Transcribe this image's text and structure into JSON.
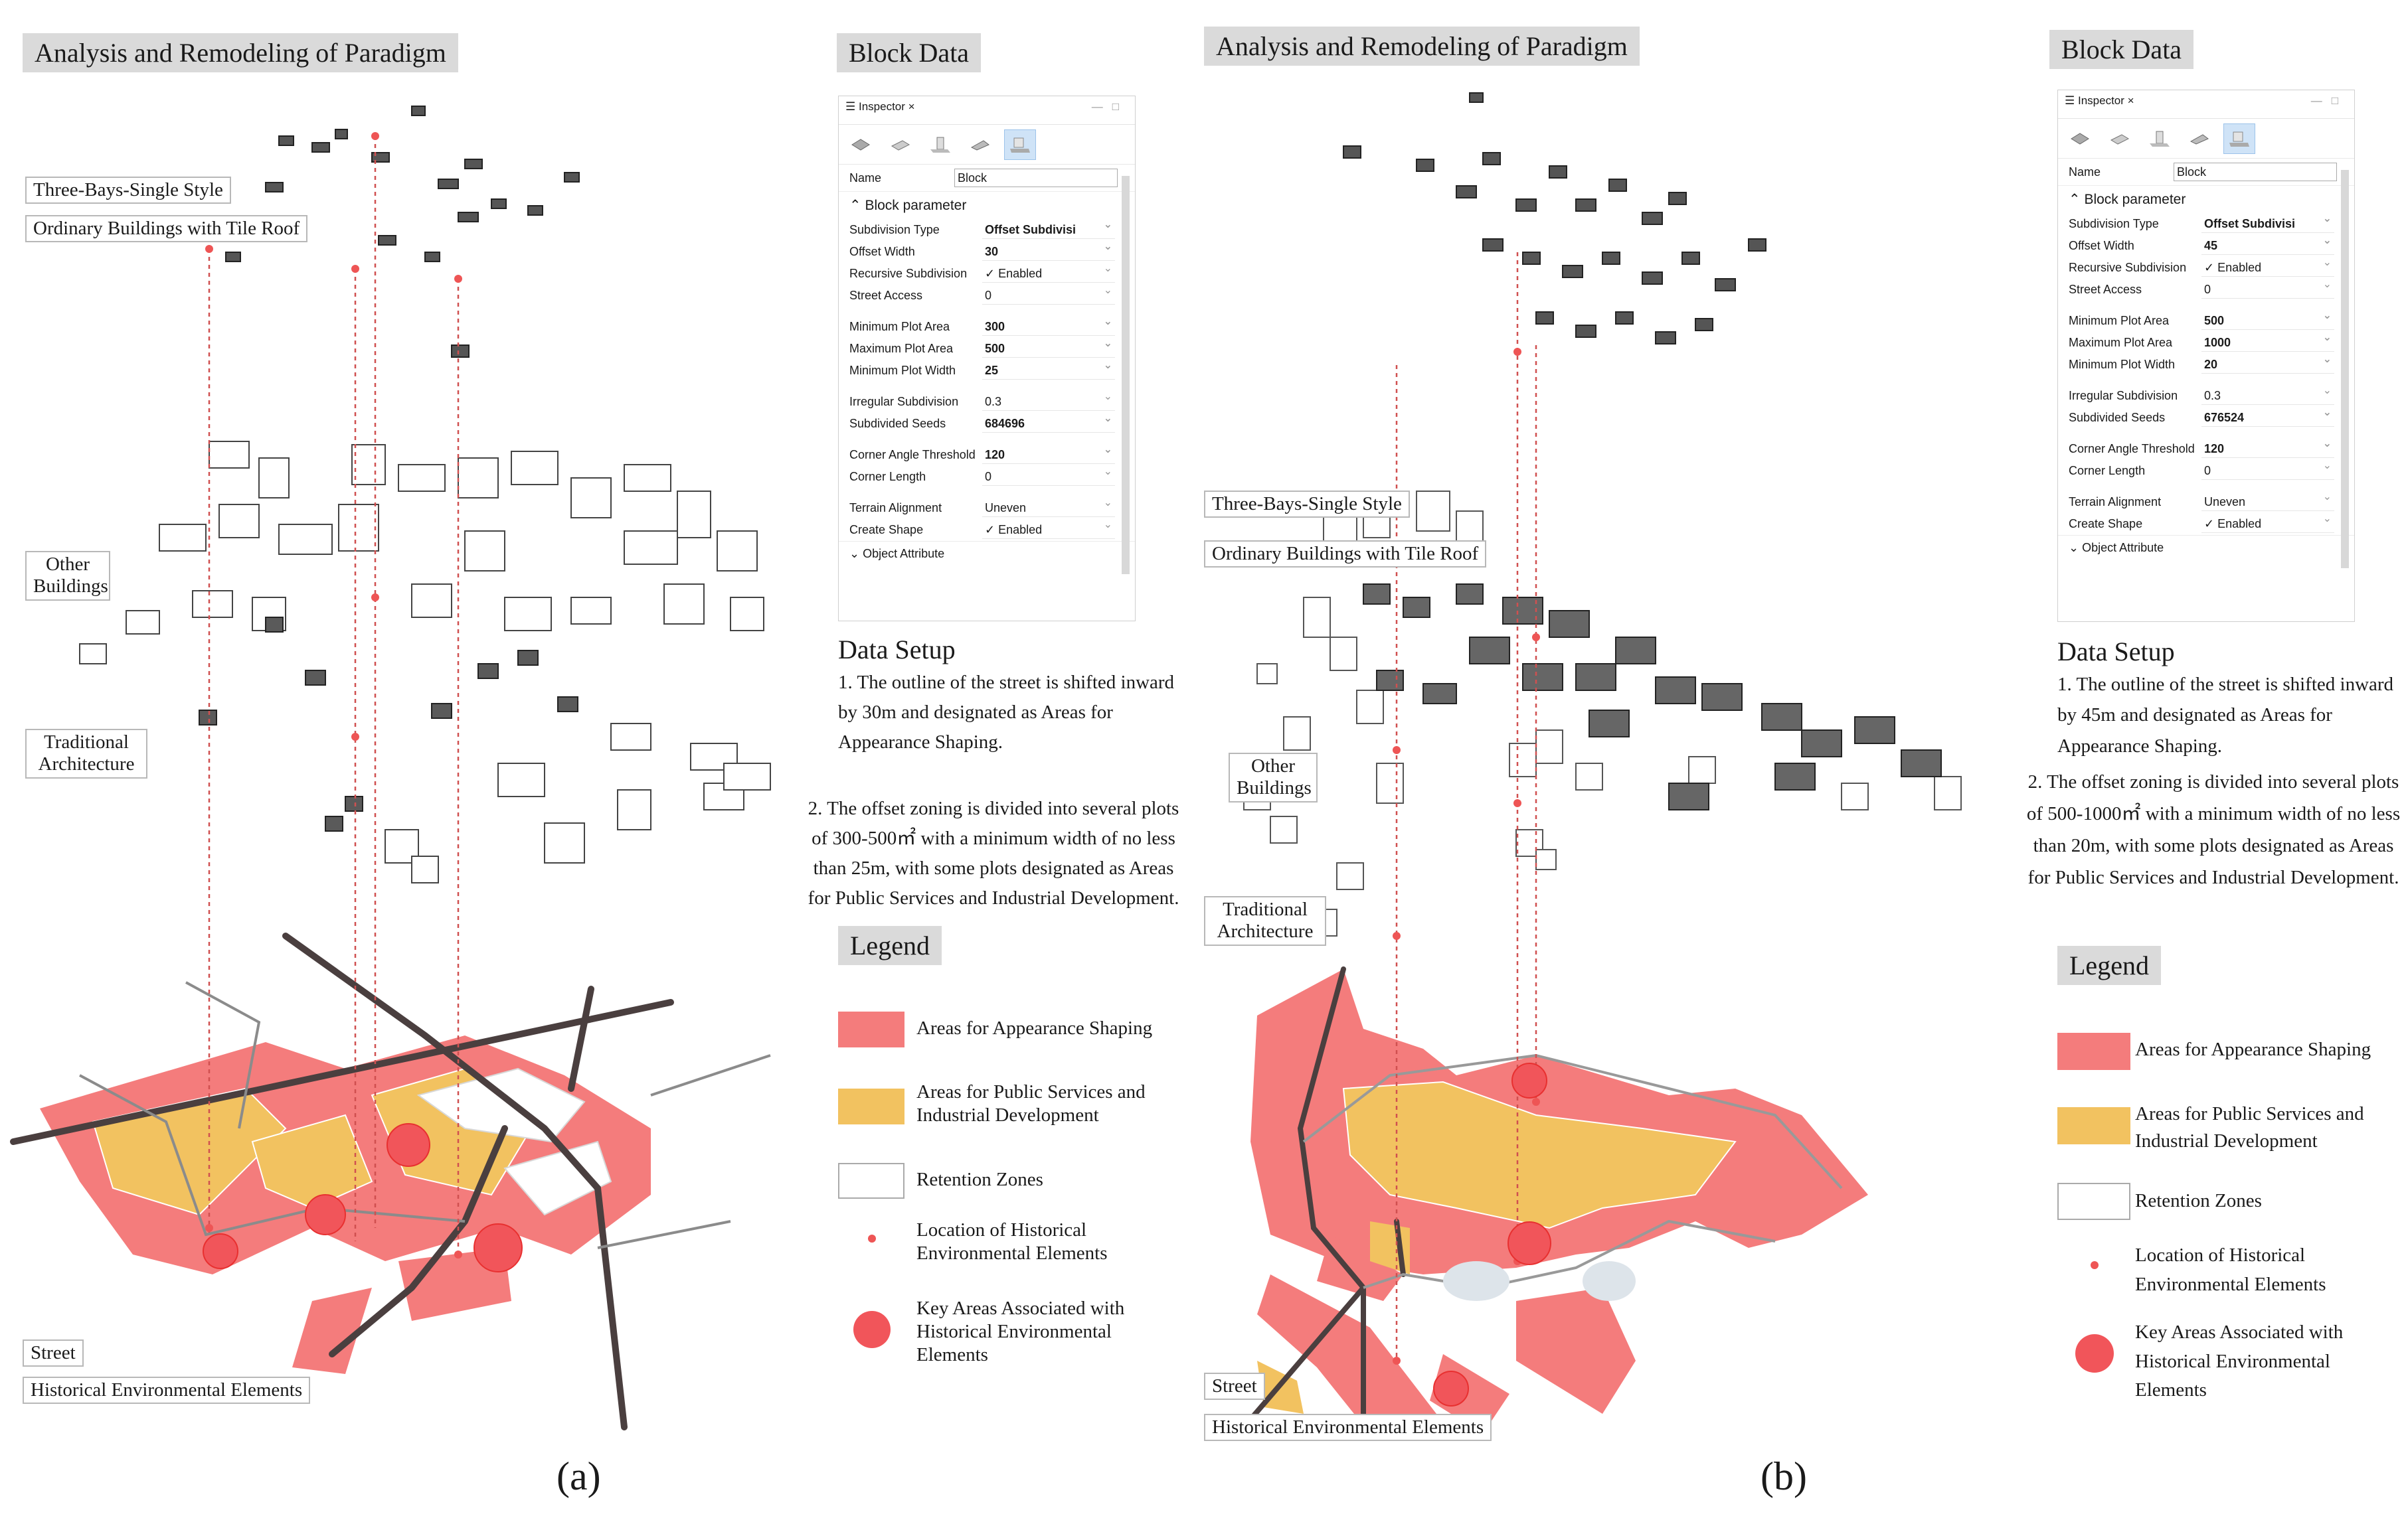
{
  "panels": [
    {
      "id": "a",
      "title": "Analysis and Remodeling of Paradigm",
      "block_data_title": "Block Data",
      "labels": {
        "three_bays": "Three-Bays-Single Style",
        "ordinary": "Ordinary Buildings with Tile Roof",
        "other": "Other Buildings",
        "traditional": "Traditional Architecture",
        "street": "Street",
        "historical": "Historical Environmental Elements"
      },
      "inspector": {
        "tab": "Inspector",
        "name_label": "Name",
        "name_value": "Block",
        "section": "Block parameter",
        "params": [
          {
            "k": "Subdivision Type",
            "v": "Offset Subdivisi"
          },
          {
            "k": "Offset Width",
            "v": "30"
          },
          {
            "k": "Recursive Subdivision",
            "v": "✓ Enabled"
          },
          {
            "k": "Street Access",
            "v": "0"
          },
          {
            "k": "Minimum Plot Area",
            "v": "300"
          },
          {
            "k": "Maximum Plot Area",
            "v": "500"
          },
          {
            "k": "Minimum Plot Width",
            "v": "25"
          },
          {
            "k": "Irregular Subdivision",
            "v": "0.3"
          },
          {
            "k": "Subdivided Seeds",
            "v": "684696"
          },
          {
            "k": "Corner Angle Threshold",
            "v": "120"
          },
          {
            "k": "Corner Length",
            "v": "0"
          },
          {
            "k": "Terrain Alignment",
            "v": "Uneven"
          },
          {
            "k": "Create Shape",
            "v": "✓ Enabled"
          }
        ],
        "object_attr": "Object Attribute"
      },
      "setup_title": "Data Setup",
      "setup_1": "1. The outline of the street is shifted inward by 30m and designated as Areas for Appearance Shaping.",
      "setup_2": "2. The offset zoning is divided into several plots of 300-500㎡ with a minimum width of no less than 25m, with some plots designated as Areas for Public Services and Industrial Development.",
      "legend_title": "Legend",
      "legend": [
        "Areas for Appearance Shaping",
        "Areas for Public Services and Industrial Development",
        "Retention Zones",
        "Location of Historical Environmental Elements",
        "Key Areas Associated with Historical Environmental Elements"
      ],
      "caption": "(a)"
    },
    {
      "id": "b",
      "title": "Analysis and Remodeling of Paradigm",
      "block_data_title": "Block Data",
      "labels": {
        "three_bays": "Three-Bays-Single Style",
        "ordinary": "Ordinary Buildings with Tile Roof",
        "other": "Other Buildings",
        "traditional": "Traditional Architecture",
        "street": "Street",
        "historical": "Historical Environmental Elements"
      },
      "inspector": {
        "tab": "Inspector",
        "name_label": "Name",
        "name_value": "Block",
        "section": "Block parameter",
        "params": [
          {
            "k": "Subdivision Type",
            "v": "Offset Subdivisi"
          },
          {
            "k": "Offset Width",
            "v": "45"
          },
          {
            "k": "Recursive Subdivision",
            "v": "✓ Enabled"
          },
          {
            "k": "Street Access",
            "v": "0"
          },
          {
            "k": "Minimum Plot Area",
            "v": "500"
          },
          {
            "k": "Maximum Plot Area",
            "v": "1000"
          },
          {
            "k": "Minimum Plot Width",
            "v": "20"
          },
          {
            "k": "Irregular Subdivision",
            "v": "0.3"
          },
          {
            "k": "Subdivided Seeds",
            "v": "676524"
          },
          {
            "k": "Corner Angle Threshold",
            "v": "120"
          },
          {
            "k": "Corner Length",
            "v": "0"
          },
          {
            "k": "Terrain Alignment",
            "v": "Uneven"
          },
          {
            "k": "Create Shape",
            "v": "✓ Enabled"
          }
        ],
        "object_attr": "Object Attribute"
      },
      "setup_title": "Data Setup",
      "setup_1": "1. The outline of the street is shifted inward by 45m and designated as Areas for Appearance Shaping.",
      "setup_2": "2. The offset zoning is divided into several plots of 500-1000㎡ with a minimum width of no less than 20m, with some plots designated as Areas for Public Services and Industrial Development.",
      "legend_title": "Legend",
      "legend": [
        "Areas for Appearance Shaping",
        "Areas for Public Services and Industrial Development",
        "Retention Zones",
        "Location of Historical Environmental Elements",
        "Key Areas Associated with Historical Environmental Elements"
      ],
      "caption": "(b)"
    }
  ],
  "colors": {
    "appearance": "#f47c7c",
    "public": "#f2c260",
    "retention": "#ffffff",
    "historical_dot": "#ee5555",
    "key_area": "#f1555a",
    "street": "#4a3f3f"
  }
}
